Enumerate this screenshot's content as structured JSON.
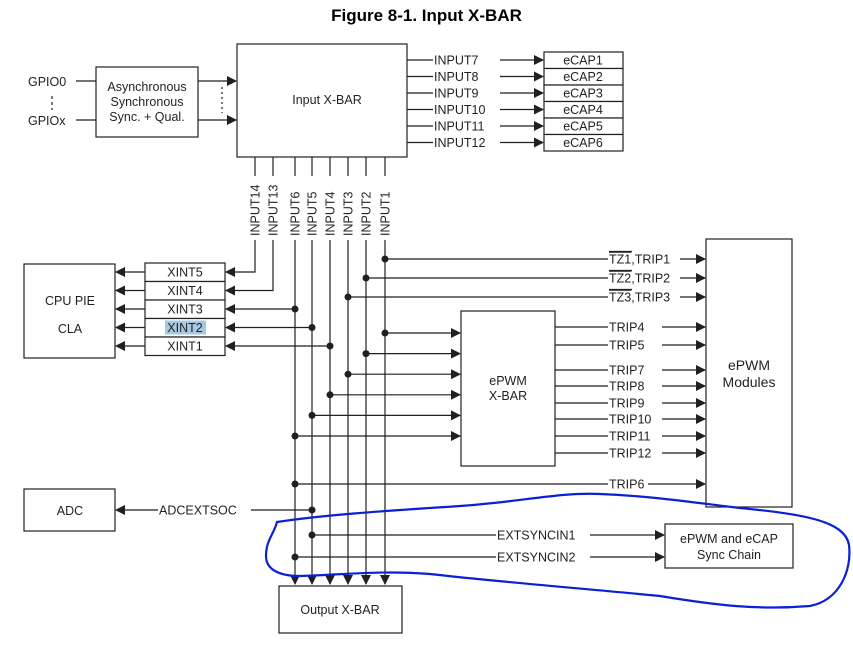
{
  "title": "Figure 8-1. Input X-BAR",
  "blocks": {
    "gpio_top": "GPIO0",
    "gpio_bottom": "GPIOx",
    "qual_lines": [
      "Asynchronous",
      "Synchronous",
      "Sync. + Qual."
    ],
    "input_xbar": "Input  X-BAR",
    "cpu_pie": "CPU PIE",
    "cla": "CLA",
    "adc": "ADC",
    "epwm_xbar_lines": [
      "ePWM",
      "X-BAR"
    ],
    "epwm_modules_lines": [
      "ePWM",
      "Modules"
    ],
    "sync_chain_lines": [
      "ePWM and eCAP",
      "Sync Chain"
    ],
    "output_xbar": "Output X-BAR"
  },
  "ecap_inputs": [
    {
      "signal": "INPUT7",
      "target": "eCAP1"
    },
    {
      "signal": "INPUT8",
      "target": "eCAP2"
    },
    {
      "signal": "INPUT9",
      "target": "eCAP3"
    },
    {
      "signal": "INPUT10",
      "target": "eCAP4"
    },
    {
      "signal": "INPUT11",
      "target": "eCAP5"
    },
    {
      "signal": "INPUT12",
      "target": "eCAP6"
    }
  ],
  "vertical_inputs": [
    "INPUT14",
    "INPUT13",
    "INPUT6",
    "INPUT5",
    "INPUT4",
    "INPUT3",
    "INPUT2",
    "INPUT1"
  ],
  "xint": [
    {
      "label": "XINT5",
      "source": "INPUT14",
      "highlighted": false
    },
    {
      "label": "XINT4",
      "source": "INPUT13",
      "highlighted": false
    },
    {
      "label": "XINT3",
      "source": "INPUT6",
      "highlighted": false
    },
    {
      "label": "XINT2",
      "source": "INPUT5",
      "highlighted": true
    },
    {
      "label": "XINT1",
      "source": "INPUT4",
      "highlighted": false
    }
  ],
  "tz_trips": [
    {
      "tz": "TZ1",
      "trip": ",TRIP1",
      "source": "INPUT1"
    },
    {
      "tz": "TZ2",
      "trip": ",TRIP2",
      "source": "INPUT2"
    },
    {
      "tz": "TZ3",
      "trip": ",TRIP3",
      "source": "INPUT3"
    }
  ],
  "epwm_xbar_inputs": [
    "INPUT1",
    "INPUT2",
    "INPUT3",
    "INPUT4",
    "INPUT5",
    "INPUT6"
  ],
  "epwm_xbar_trips": [
    "TRIP4",
    "TRIP5",
    "TRIP7",
    "TRIP8",
    "TRIP9",
    "TRIP10",
    "TRIP11",
    "TRIP12"
  ],
  "trip6": {
    "label": "TRIP6",
    "source": "INPUT6"
  },
  "adcextsoc": {
    "label": "ADCEXTSOC",
    "source": "INPUT5"
  },
  "extsync": [
    {
      "label": "EXTSYNCIN1",
      "source": "INPUT5"
    },
    {
      "label": "EXTSYNCIN2",
      "source": "INPUT6"
    }
  ],
  "output_xbar_inputs": [
    "INPUT6",
    "INPUT5",
    "INPUT4",
    "INPUT3",
    "INPUT2",
    "INPUT1"
  ],
  "annotation": {
    "type": "hand-drawn outline",
    "color": "#0a1fd6",
    "encloses": "EXTSYNCIN1/EXTSYNCIN2 to ePWM and eCAP Sync Chain"
  }
}
